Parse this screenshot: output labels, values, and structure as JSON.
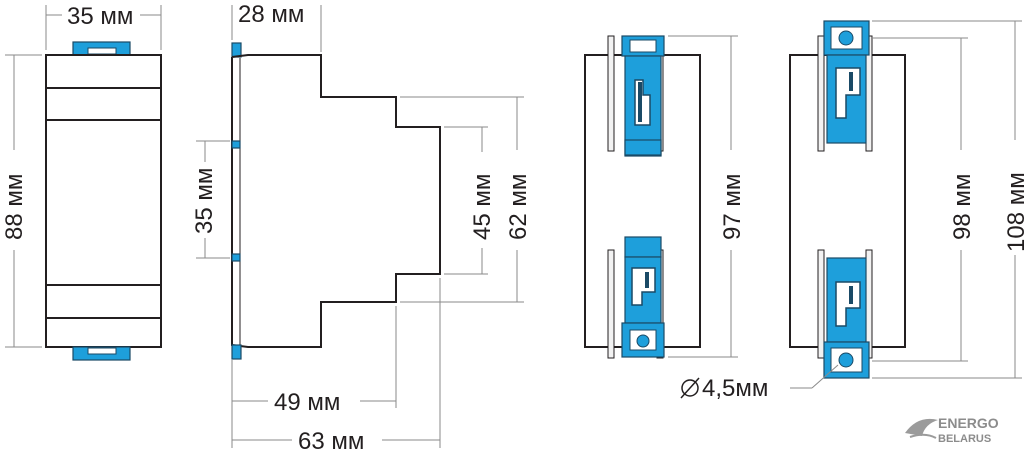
{
  "dimensions": {
    "front_width": "35 мм",
    "front_height": "88 мм",
    "side_top_width": "28 мм",
    "side_rail_width": "35 мм",
    "side_inner_height": "45 мм",
    "side_outer_height": "62 мм",
    "side_depth_mid": "49 мм",
    "side_depth_total": "63 мм",
    "mount_height_a": "97 мм",
    "mount_height_b": "98 мм",
    "mount_height_c": "108 мм",
    "hole_diameter": "4,5мм"
  },
  "logo": {
    "line1": "ENERGO",
    "line2": "BELARUS"
  },
  "colors": {
    "clip": "#1e9fdb",
    "clip_outline": "#1a4a66",
    "line": "#231f20"
  }
}
